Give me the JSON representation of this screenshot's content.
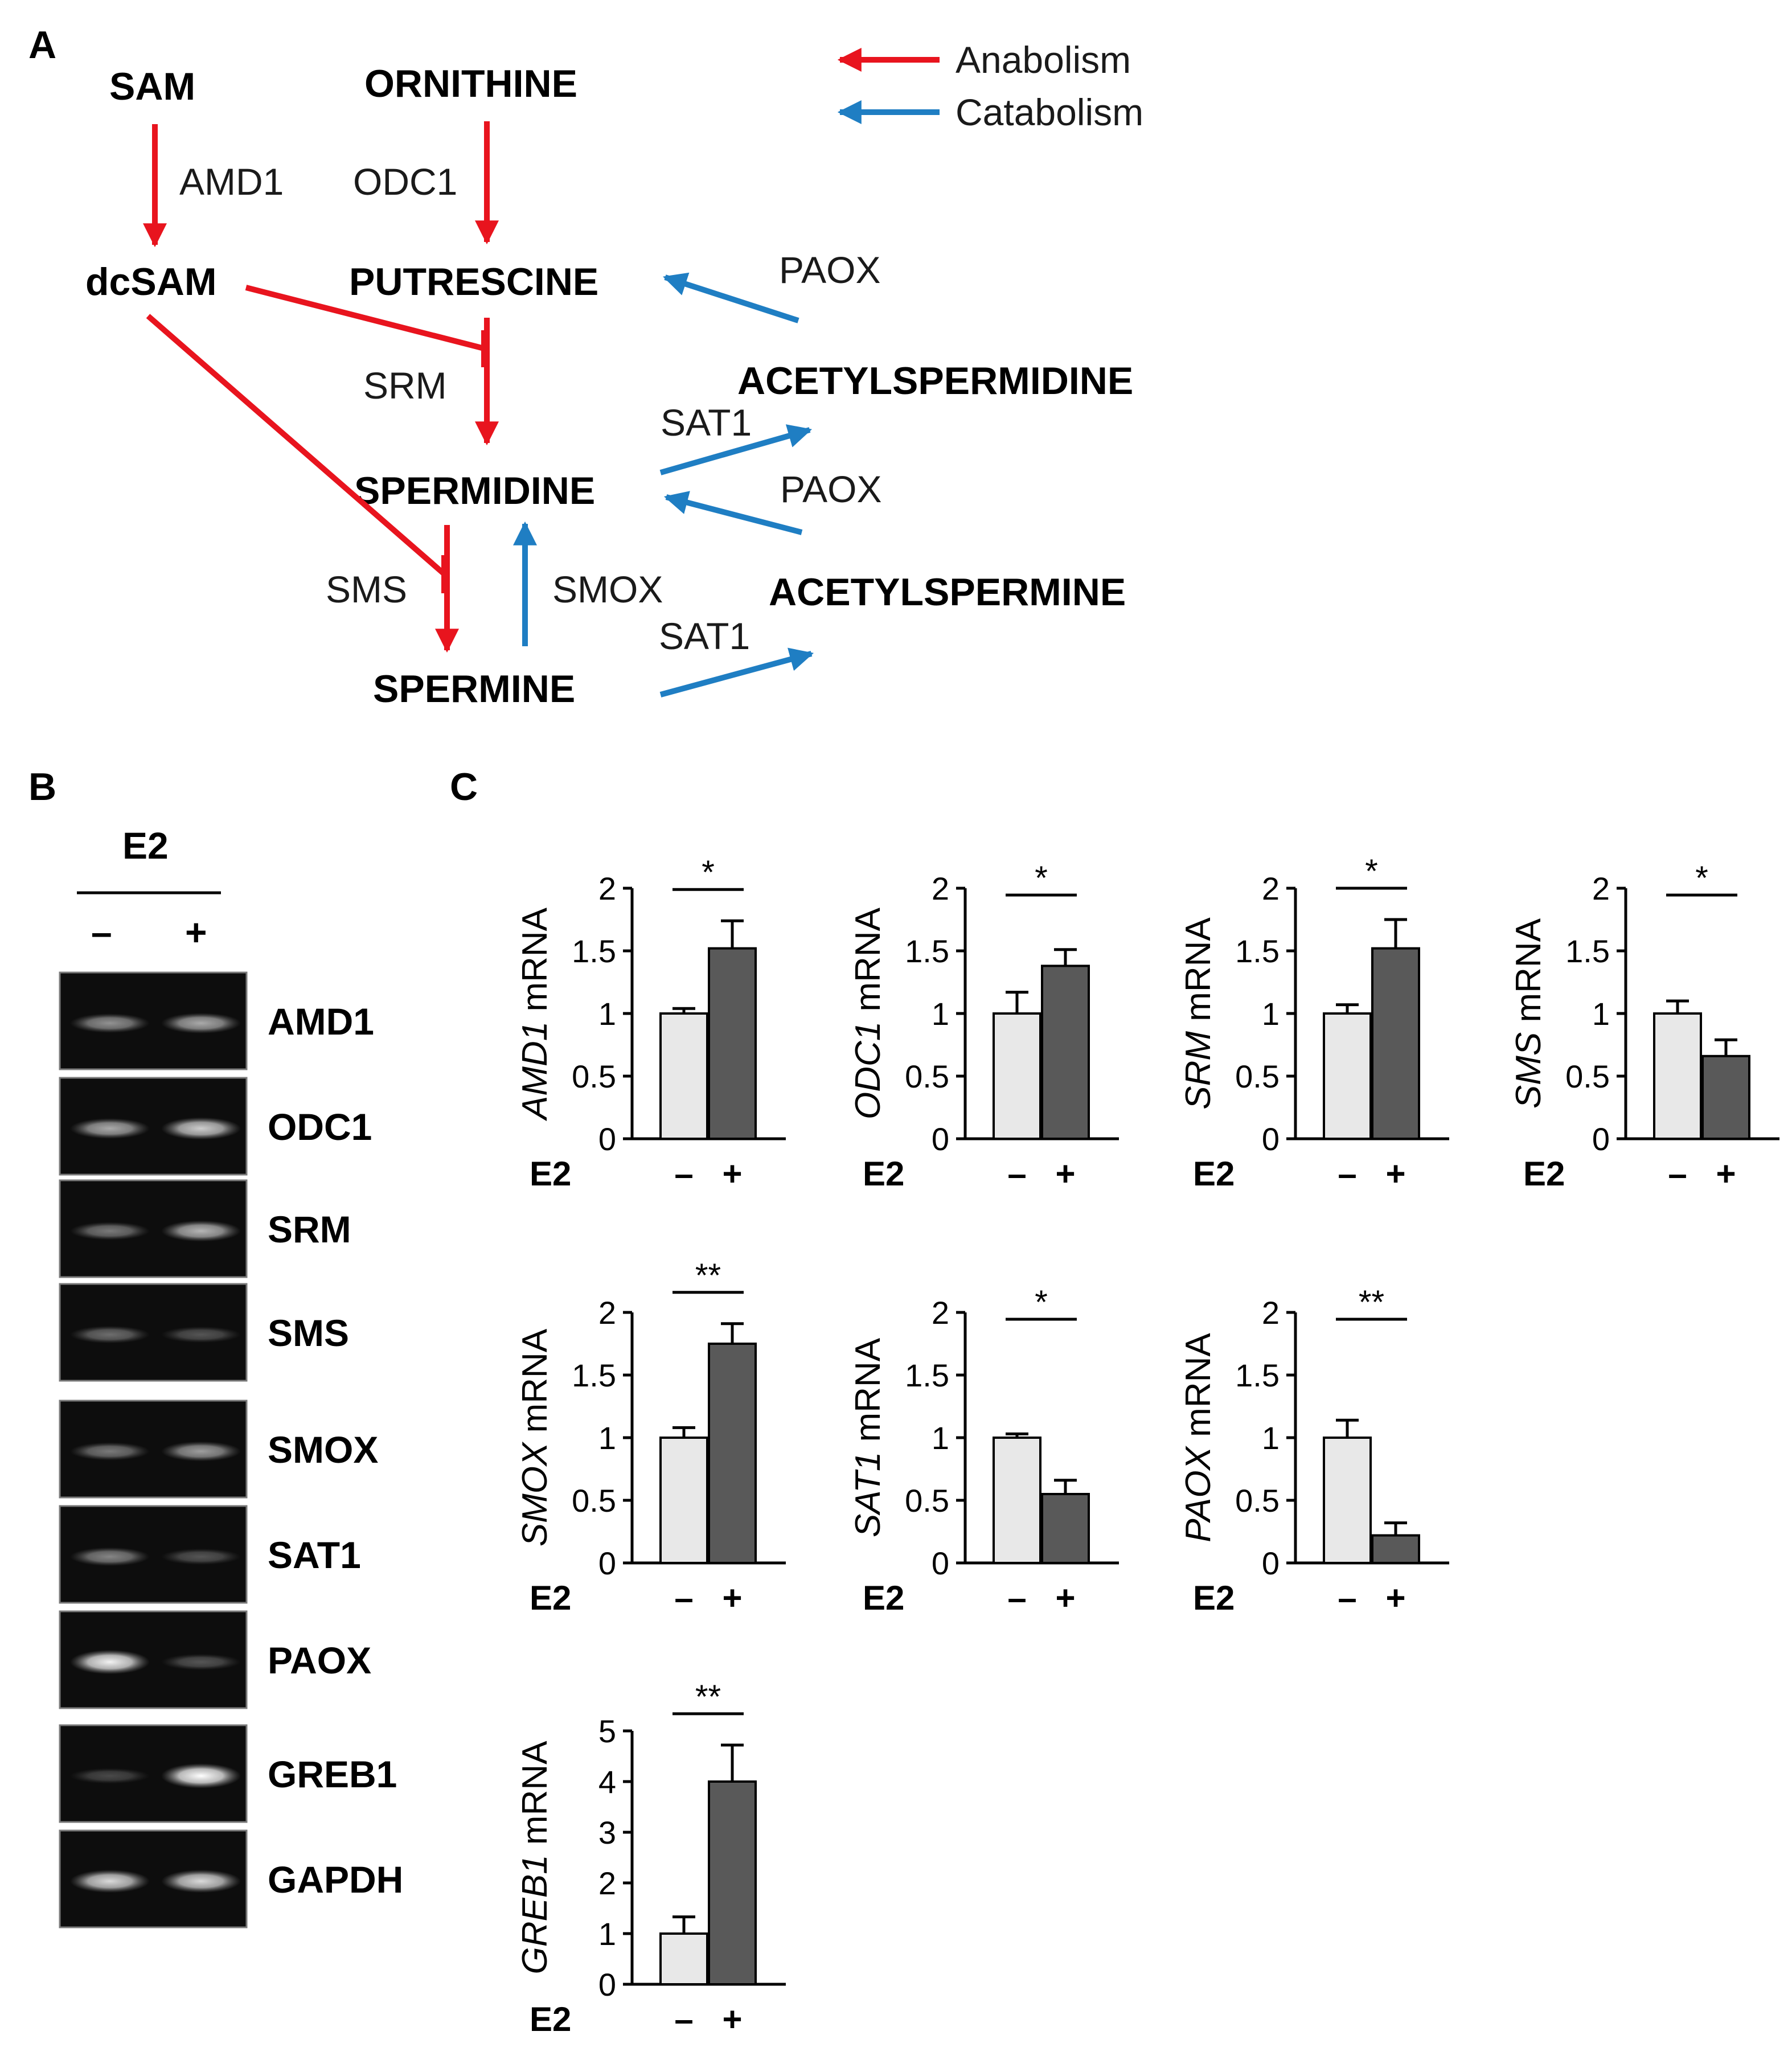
{
  "panels": {
    "a": "A",
    "b": "B",
    "c": "C"
  },
  "legend": {
    "anabolism": "Anabolism",
    "catabolism": "Catabolism",
    "anabolism_color": "#e8141e",
    "catabolism_color": "#1f7ec3"
  },
  "pathway": {
    "metabolites": {
      "sam": "SAM",
      "ornithine": "ORNITHINE",
      "dcsam": "dcSAM",
      "putrescine": "PUTRESCINE",
      "acetylspermidine": "ACETYLSPERMIDINE",
      "spermidine": "SPERMIDINE",
      "acetylspermine": "ACETYLSPERMINE",
      "spermine": "SPERMINE"
    },
    "enzymes": {
      "amd1": "AMD1",
      "odc1": "ODC1",
      "paox_top": "PAOX",
      "srm": "SRM",
      "sat1_top": "SAT1",
      "paox_mid": "PAOX",
      "sms": "SMS",
      "smox": "SMOX",
      "sat1_bottom": "SAT1"
    }
  },
  "gel": {
    "header": "E2",
    "minus": "–",
    "plus": "+",
    "lanes": [
      {
        "label": "AMD1",
        "minus": 0.55,
        "plus": 0.65
      },
      {
        "label": "ODC1",
        "minus": 0.65,
        "plus": 0.8
      },
      {
        "label": "SRM",
        "minus": 0.45,
        "plus": 0.7
      },
      {
        "label": "SMS",
        "minus": 0.4,
        "plus": 0.3
      },
      {
        "label": "SMOX",
        "minus": 0.45,
        "plus": 0.6
      },
      {
        "label": "SAT1",
        "minus": 0.5,
        "plus": 0.3
      },
      {
        "label": "PAOX",
        "minus": 0.95,
        "plus": 0.3
      },
      {
        "label": "GREB1",
        "minus": 0.25,
        "plus": 1.0
      },
      {
        "label": "GAPDH",
        "minus": 0.85,
        "plus": 0.85
      }
    ]
  },
  "chart_data": [
    {
      "type": "bar",
      "gene": "AMD1",
      "ylabel_suffix": " mRNA",
      "xlabel": "E2",
      "categories": [
        "–",
        "+"
      ],
      "values": [
        1.0,
        1.52
      ],
      "errors": [
        0.04,
        0.22
      ],
      "ylim": [
        0,
        2
      ],
      "yticks": [
        "0",
        "0.5",
        "1",
        "1.5",
        "2"
      ],
      "significance": "*",
      "colors": [
        "#e8e8e8",
        "#595959"
      ]
    },
    {
      "type": "bar",
      "gene": "ODC1",
      "ylabel_suffix": " mRNA",
      "xlabel": "E2",
      "categories": [
        "–",
        "+"
      ],
      "values": [
        1.0,
        1.38
      ],
      "errors": [
        0.17,
        0.13
      ],
      "ylim": [
        0,
        2
      ],
      "yticks": [
        "0",
        "0.5",
        "1",
        "1.5",
        "2"
      ],
      "significance": "*",
      "colors": [
        "#e8e8e8",
        "#595959"
      ]
    },
    {
      "type": "bar",
      "gene": "SRM",
      "ylabel_suffix": " mRNA",
      "xlabel": "E2",
      "categories": [
        "–",
        "+"
      ],
      "values": [
        1.0,
        1.52
      ],
      "errors": [
        0.07,
        0.23
      ],
      "ylim": [
        0,
        2
      ],
      "yticks": [
        "0",
        "0.5",
        "1",
        "1.5",
        "2"
      ],
      "significance": "*",
      "colors": [
        "#e8e8e8",
        "#595959"
      ]
    },
    {
      "type": "bar",
      "gene": "SMS",
      "ylabel_suffix": " mRNA",
      "xlabel": "E2",
      "categories": [
        "–",
        "+"
      ],
      "values": [
        1.0,
        0.66
      ],
      "errors": [
        0.1,
        0.13
      ],
      "ylim": [
        0,
        2
      ],
      "yticks": [
        "0",
        "0.5",
        "1",
        "1.5",
        "2"
      ],
      "significance": "*",
      "colors": [
        "#e8e8e8",
        "#595959"
      ]
    },
    {
      "type": "bar",
      "gene": "SMOX",
      "ylabel_suffix": " mRNA",
      "xlabel": "E2",
      "categories": [
        "–",
        "+"
      ],
      "values": [
        1.0,
        1.75
      ],
      "errors": [
        0.08,
        0.16
      ],
      "ylim": [
        0,
        2
      ],
      "yticks": [
        "0",
        "0.5",
        "1",
        "1.5",
        "2"
      ],
      "significance": "**",
      "colors": [
        "#e8e8e8",
        "#595959"
      ]
    },
    {
      "type": "bar",
      "gene": "SAT1",
      "ylabel_suffix": " mRNA",
      "xlabel": "E2",
      "categories": [
        "–",
        "+"
      ],
      "values": [
        1.0,
        0.55
      ],
      "errors": [
        0.03,
        0.11
      ],
      "ylim": [
        0,
        2
      ],
      "yticks": [
        "0",
        "0.5",
        "1",
        "1.5",
        "2"
      ],
      "significance": "*",
      "colors": [
        "#e8e8e8",
        "#595959"
      ]
    },
    {
      "type": "bar",
      "gene": "PAOX",
      "ylabel_suffix": " mRNA",
      "xlabel": "E2",
      "categories": [
        "–",
        "+"
      ],
      "values": [
        1.0,
        0.22
      ],
      "errors": [
        0.14,
        0.1
      ],
      "ylim": [
        0,
        2
      ],
      "yticks": [
        "0",
        "0.5",
        "1",
        "1.5",
        "2"
      ],
      "significance": "**",
      "colors": [
        "#e8e8e8",
        "#595959"
      ]
    },
    {
      "type": "bar",
      "gene": "GREB1",
      "ylabel_suffix": " mRNA",
      "xlabel": "E2",
      "categories": [
        "–",
        "+"
      ],
      "values": [
        1.0,
        4.0
      ],
      "errors": [
        0.33,
        0.72
      ],
      "ylim": [
        0,
        5
      ],
      "yticks": [
        "0",
        "1",
        "2",
        "3",
        "4",
        "5"
      ],
      "significance": "**",
      "colors": [
        "#e8e8e8",
        "#595959"
      ]
    }
  ]
}
